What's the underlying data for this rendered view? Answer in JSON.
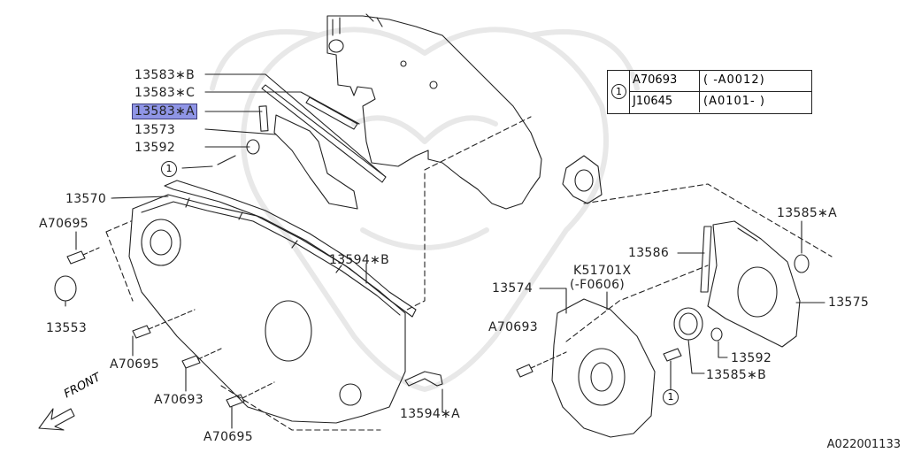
{
  "labels": {
    "p13583B": "13583∗B",
    "p13583C": "13583∗C",
    "p13583A": "13583∗A",
    "p13573": "13573",
    "p13592_left": "13592",
    "p13570": "13570",
    "a70695_top": "A70695",
    "p13553": "13553",
    "a70695_mid": "A70695",
    "a70693_mid": "A70693",
    "a70695_bot": "A70695",
    "p13594B": "13594∗B",
    "p13594A": "13594∗A",
    "k51701x": "K51701X",
    "k51701x_range": "(-F0606)",
    "p13574": "13574",
    "a70693_right": "A70693",
    "p13586": "13586",
    "p13585A": "13585∗A",
    "p13575": "13575",
    "p13592_right": "13592",
    "p13585B": "13585∗B"
  },
  "callouts": {
    "c1": "1"
  },
  "ref_table": {
    "num": "1",
    "row1_part": "A70693",
    "row1_range": "(     -A0012)",
    "row2_part": "J10645",
    "row2_range": "(A0101-     )"
  },
  "front_label": "FRONT",
  "diagram_id": "A022001133",
  "highlight_color": "#8f95e6"
}
